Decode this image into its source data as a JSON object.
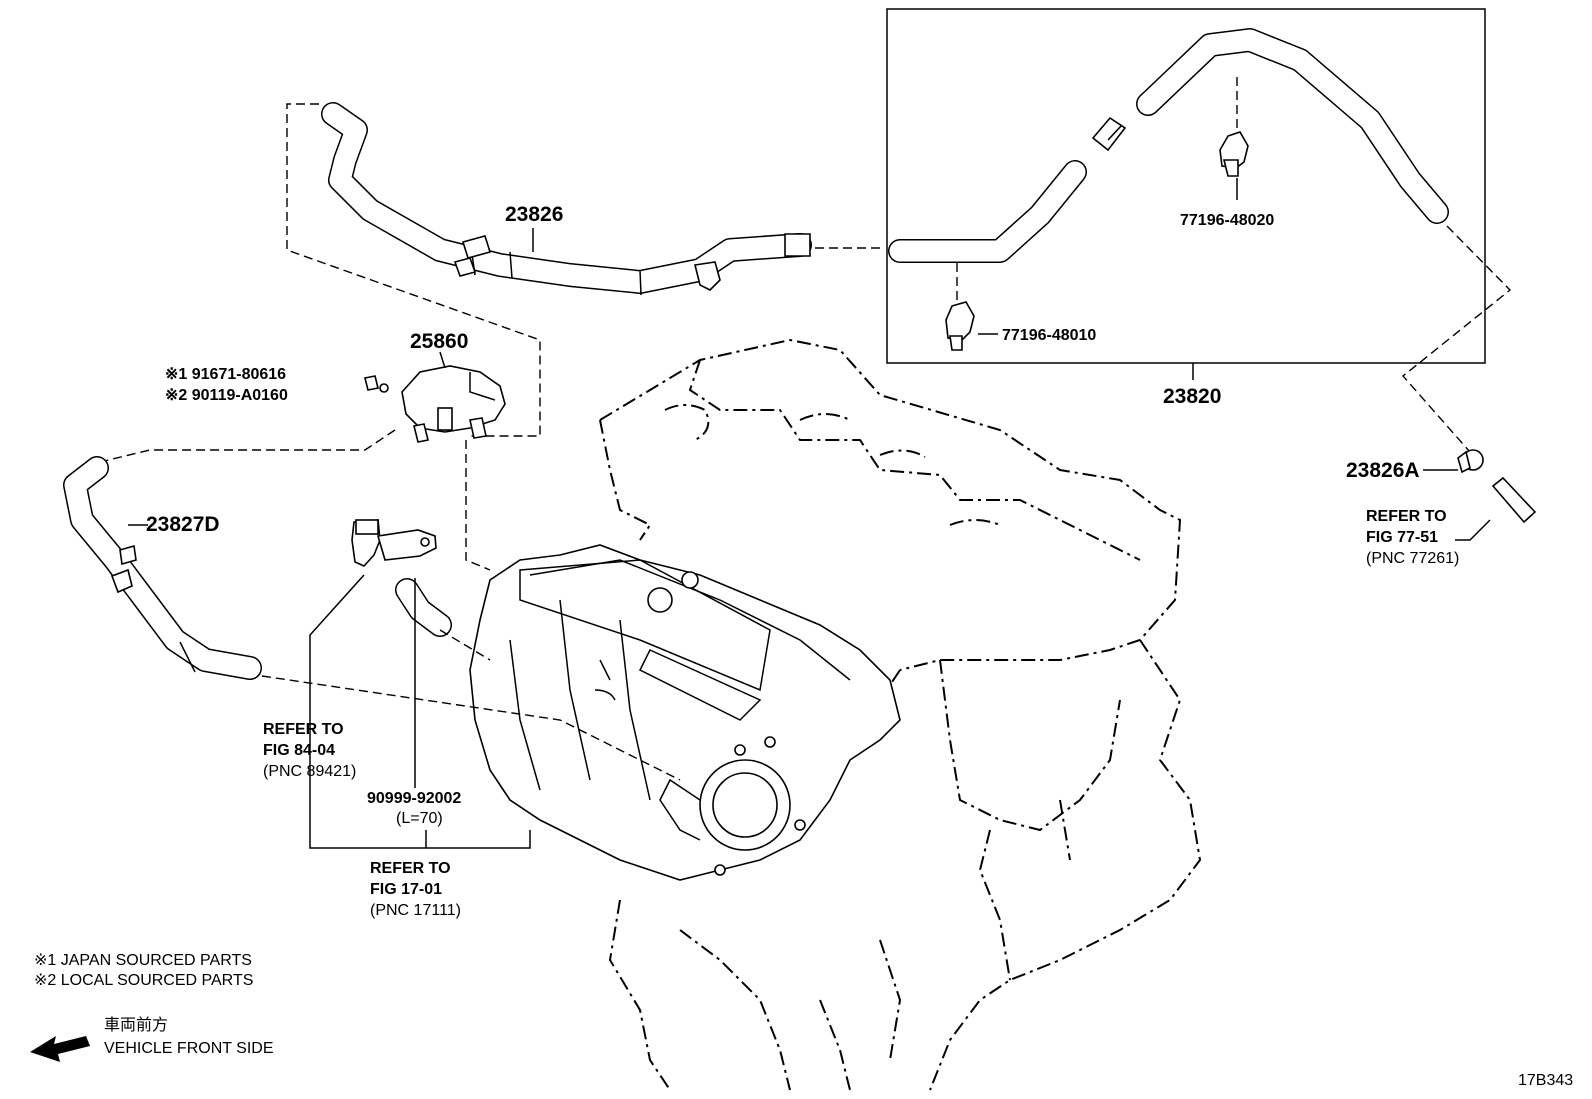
{
  "labels": {
    "hose_23826": "23826",
    "assy_23820": "23820",
    "clamp_48020": "77196-48020",
    "clamp_48010": "77196-48010",
    "valve_25860": "25860",
    "bolt_1": "※1  91671-80616",
    "bolt_2": "※2  90119-A0160",
    "hose_23827d": "23827D",
    "clip_23826a": "23826A",
    "hose_90999": "90999-92002",
    "hose_90999_len": "(L=70)"
  },
  "refs": {
    "ref_77_51": {
      "line1": "REFER TO",
      "line2": "FIG 77-51",
      "line3": "(PNC 77261)"
    },
    "ref_84_04": {
      "line1": "REFER TO",
      "line2": "FIG 84-04",
      "line3": "(PNC 89421)"
    },
    "ref_17_01": {
      "line1": "REFER TO",
      "line2": "FIG 17-01",
      "line3": "(PNC 17111)"
    }
  },
  "legend": {
    "note1": "※1  JAPAN SOURCED PARTS",
    "note2": "※2  LOCAL SOURCED PARTS",
    "front_jp": "車両前方",
    "front_en": "VEHICLE FRONT SIDE"
  },
  "figure_id": "17B343",
  "icons": [
    "front-arrow-icon",
    "hose-icon",
    "clamp-icon",
    "valve-icon",
    "bolt-icon",
    "engine-icon",
    "intake-manifold-icon",
    "sensor-icon"
  ]
}
